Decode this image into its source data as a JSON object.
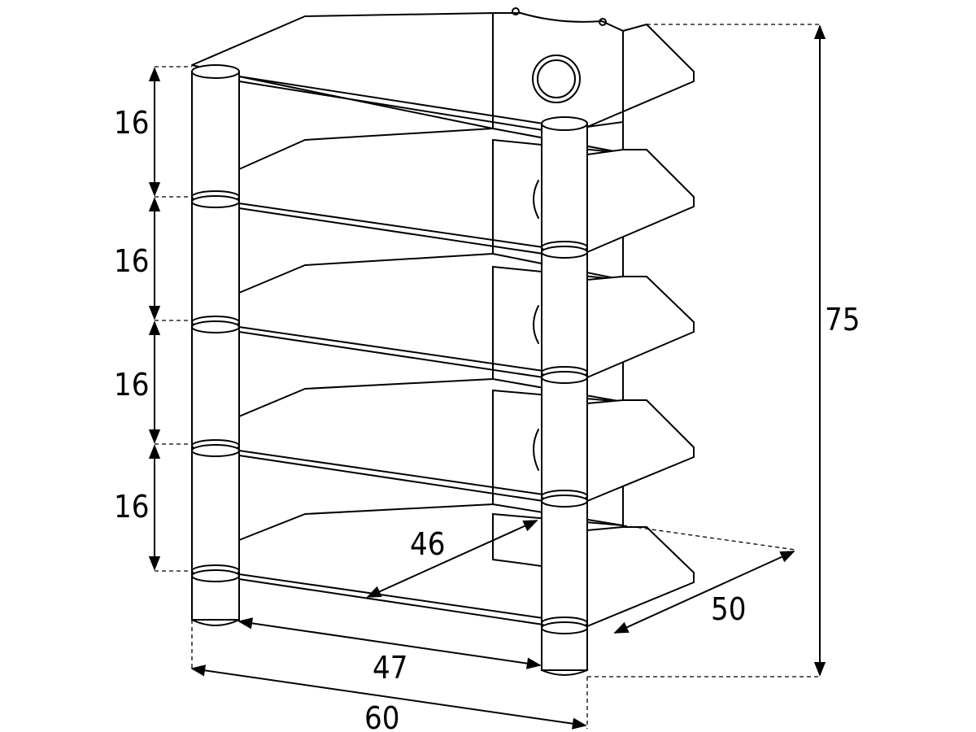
{
  "dimensions": {
    "shelf_spacing_1": "16",
    "shelf_spacing_2": "16",
    "shelf_spacing_3": "16",
    "shelf_spacing_4": "16",
    "total_height": "75",
    "inner_depth": "46",
    "depth": "50",
    "inner_width": "47",
    "total_width": "60"
  }
}
